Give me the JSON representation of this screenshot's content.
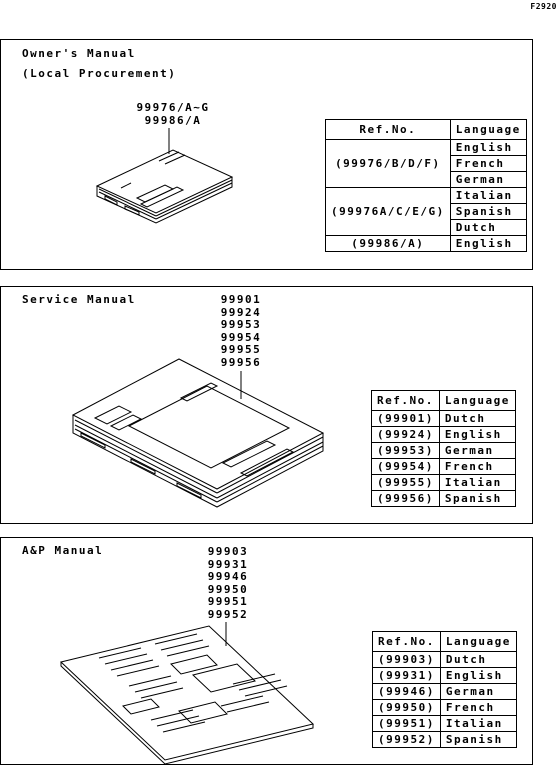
{
  "figure_code": "F2920",
  "owners_manual": {
    "title_line1": "Owner's Manual",
    "title_line2": "(Local Procurement)",
    "part_numbers": [
      "99976/A~G",
      "99986/A"
    ],
    "table": {
      "header_ref": "Ref.No.",
      "header_lang": "Language",
      "groups": [
        {
          "ref": "(99976/B/D/F)",
          "languages": [
            "English",
            "French",
            "German"
          ]
        },
        {
          "ref": "(99976A/C/E/G)",
          "languages": [
            "Italian",
            "Spanish",
            "Dutch"
          ]
        },
        {
          "ref": "(99986/A)",
          "languages": [
            "English"
          ]
        }
      ]
    }
  },
  "service_manual": {
    "title": "Service Manual",
    "part_numbers": [
      "99901",
      "99924",
      "99953",
      "99954",
      "99955",
      "99956"
    ],
    "table": {
      "header_ref": "Ref.No.",
      "header_lang": "Language",
      "rows": [
        {
          "ref": "(99901)",
          "language": "Dutch"
        },
        {
          "ref": "(99924)",
          "language": "English"
        },
        {
          "ref": "(99953)",
          "language": "German"
        },
        {
          "ref": "(99954)",
          "language": "French"
        },
        {
          "ref": "(99955)",
          "language": "Italian"
        },
        {
          "ref": "(99956)",
          "language": "Spanish"
        }
      ]
    }
  },
  "ap_manual": {
    "title": "A&P Manual",
    "part_numbers": [
      "99903",
      "99931",
      "99946",
      "99950",
      "99951",
      "99952"
    ],
    "table": {
      "header_ref": "Ref.No.",
      "header_lang": "Language",
      "rows": [
        {
          "ref": "(99903)",
          "language": "Dutch"
        },
        {
          "ref": "(99931)",
          "language": "English"
        },
        {
          "ref": "(99946)",
          "language": "German"
        },
        {
          "ref": "(99950)",
          "language": "French"
        },
        {
          "ref": "(99951)",
          "language": "Italian"
        },
        {
          "ref": "(99952)",
          "language": "Spanish"
        }
      ]
    }
  }
}
